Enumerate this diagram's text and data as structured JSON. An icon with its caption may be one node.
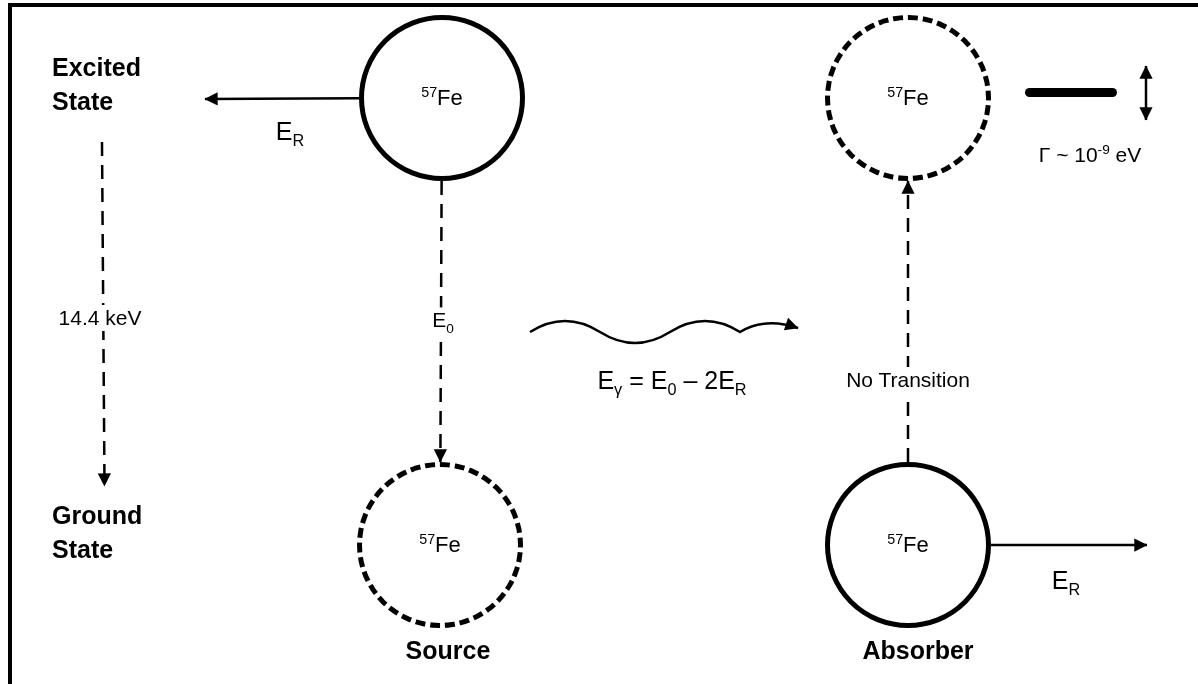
{
  "diagram": {
    "nodes": [
      {
        "text": [
          "Excited State"
        ]
      },
      {
        "text": [
          "Ground State"
        ]
      },
      {
        "text": [
          "$^{57}$Fe"
        ]
      },
      {
        "text": [
          "$^{57}$Fe"
        ],
        "beside": [
          "Source"
        ]
      },
      {
        "text": [
          "$^{57}$Fe"
        ]
      },
      {
        "text": [
          "$^{57}$Fe"
        ],
        "beside": [
          "Absorber"
        ]
      }
    ],
    "edges": [
      {
        "from": 0,
        "to": 1,
        "arrow": "to",
        "style": "dashed",
        "label": "14.4 keV"
      },
      {
        "from": 2,
        "to": null,
        "arrow": "to",
        "label": "E$_{R}$"
      },
      {
        "from": 2,
        "to": 3,
        "arrow": "to",
        "style": "dashed",
        "label": "E$_{0}$"
      },
      {
        "from": 5,
        "to": 4,
        "arrow": "to",
        "style": "dashed",
        "label": "No Transition"
      },
      {
        "from": 5,
        "to": null,
        "arrow": "to",
        "label": "E$_{R}$"
      }
    ],
    "labels": [
      "E$_{γ}$ = E$_{0}$ – 2E$_{R}$",
      "Γ ~ 10$^{-9}$ eV"
    ]
  }
}
